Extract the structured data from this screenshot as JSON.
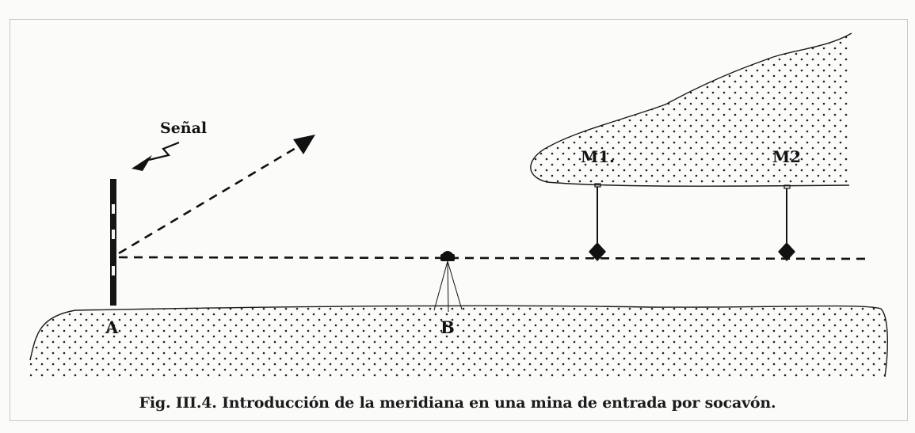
{
  "labels": {
    "signal": "Señal",
    "point_a": "A",
    "point_b": "B",
    "mark_1": "M1.",
    "mark_2": "M2"
  },
  "caption": "Fig. III.4. Introducción de la meridiana en una mina de entrada por socavón.",
  "colors": {
    "ink": "#141414",
    "paper": "#fbfbf9"
  }
}
